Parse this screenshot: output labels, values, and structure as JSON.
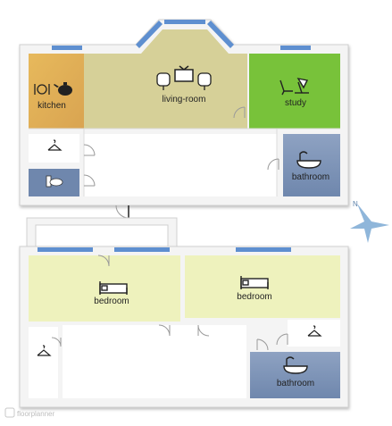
{
  "rooms": {
    "kitchen": "kitchen",
    "living_room": "living-room",
    "study": "study",
    "bathroom_upper": "bathroom",
    "bedroom_left": "bedroom",
    "bedroom_right": "bedroom",
    "bathroom_lower": "bathroom"
  },
  "icons": {
    "kitchen": [
      "plate-cutlery-icon",
      "kettle-icon"
    ],
    "living_room": [
      "armchair-icon",
      "tv-icon",
      "armchair-icon"
    ],
    "study": [
      "desk-chair-icon",
      "desk-lamp-icon"
    ],
    "bathroom": "bathtub-icon",
    "bedroom": "bed-icon",
    "closet": "hanger-icon",
    "toilet": "toilet-icon",
    "compass": "compass-star-icon"
  },
  "compass": {
    "label": "N"
  },
  "watermark": "floorplanner",
  "colors": {
    "wall": "#f7f7f7",
    "kitchen": "#e2b25a",
    "living_room": "#d6d098",
    "study": "#78c23a",
    "bathroom": "#7f95b8",
    "bedroom": "#eef2bd",
    "window": "#5e8fd0",
    "compass": "#8fb6da"
  }
}
